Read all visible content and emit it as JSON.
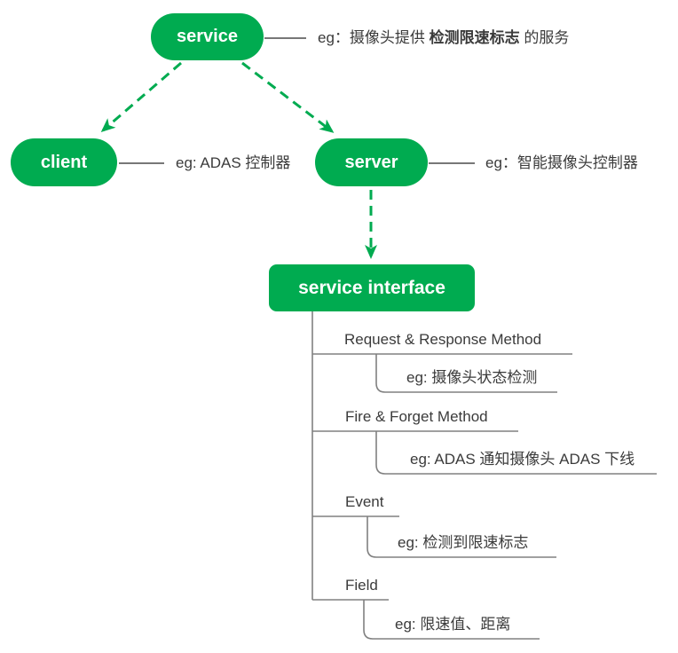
{
  "diagram": {
    "nodes": {
      "service": {
        "label": "service"
      },
      "client": {
        "label": "client"
      },
      "server": {
        "label": "server"
      },
      "service_interface": {
        "label": "service interface"
      }
    },
    "notes": {
      "service": {
        "prefix": "eg：摄像头提供 ",
        "bold": "检测限速标志",
        "suffix": " 的服务"
      },
      "client": "eg: ADAS 控制器",
      "server": "eg：智能摄像头控制器"
    },
    "tree": {
      "items": [
        {
          "label": "Request & Response Method",
          "example": "eg: 摄像头状态检测"
        },
        {
          "label": "Fire & Forget Method",
          "example": "eg: ADAS 通知摄像头 ADAS 下线"
        },
        {
          "label": "Event",
          "example": "eg: 检测到限速标志"
        },
        {
          "label": "Field",
          "example": "eg: 限速值、距离"
        }
      ]
    },
    "colors": {
      "accent_green": "#00AB50",
      "tree_line_gray": "#808080",
      "callout_line_gray": "#4a4a4a",
      "text_dark": "#3b3b3b",
      "node_text": "#ffffff"
    }
  }
}
